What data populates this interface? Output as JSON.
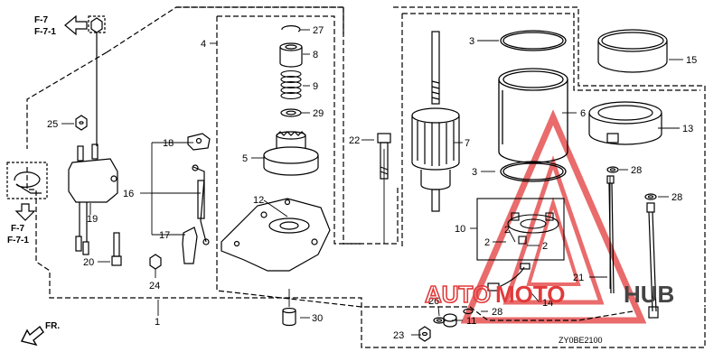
{
  "diagram": {
    "references": {
      "top_left_1": "F-7",
      "top_left_2": "F-7-1",
      "left_1": "F-7",
      "left_2": "F-7-1"
    },
    "direction_label": "FR.",
    "drawing_code": "ZY0BE2100",
    "watermark": {
      "part1": "AUTO",
      "part2": "MOTO",
      "part3": "HUB"
    },
    "callouts": {
      "c1": "1",
      "c2a": "2",
      "c2b": "2",
      "c2c": "2",
      "c3a": "3",
      "c3b": "3",
      "c4": "4",
      "c5": "5",
      "c6": "6",
      "c7": "7",
      "c8": "8",
      "c9": "9",
      "c10": "10",
      "c11": "11",
      "c12": "12",
      "c13": "13",
      "c14": "14",
      "c15": "15",
      "c16": "16",
      "c17": "17",
      "c18": "18",
      "c19": "19",
      "c20": "20",
      "c21": "21",
      "c22": "22",
      "c23": "23",
      "c24": "24",
      "c25": "25",
      "c26": "26",
      "c27": "27",
      "c28a": "28",
      "c28b": "28",
      "c28c": "28",
      "c29": "29",
      "c30": "30"
    },
    "colors": {
      "line": "#000000",
      "watermark": "#e23a3a",
      "hub": "#444444"
    }
  }
}
